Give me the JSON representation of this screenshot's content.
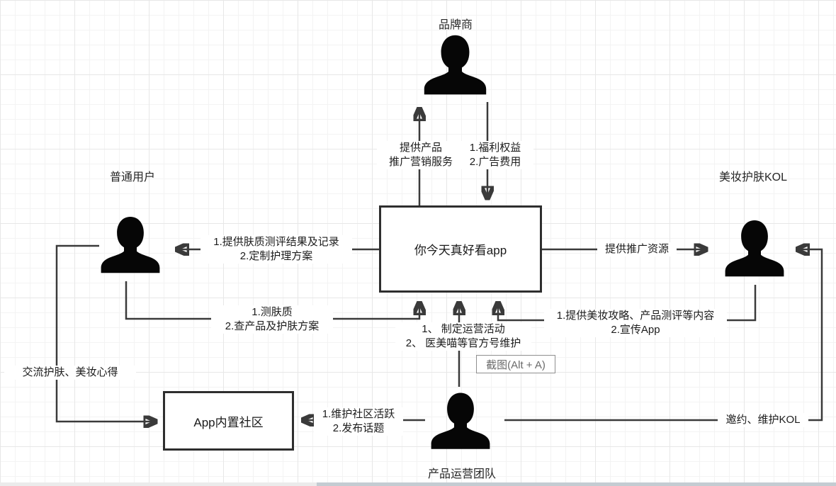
{
  "canvas": {
    "background": "#ffffff",
    "grid_minor_color": "#f3f3f3",
    "grid_major_color": "#e7e7e7",
    "line_color": "#3a3a3a"
  },
  "entities": {
    "brand": {
      "label": "品牌商"
    },
    "user": {
      "label": "普通用户"
    },
    "kol": {
      "label": "美妆护肤KOL"
    },
    "ops": {
      "label": "产品运营团队"
    }
  },
  "nodes": {
    "app": {
      "label": "你今天真好看app"
    },
    "community": {
      "label": "App内置社区"
    }
  },
  "edges": {
    "app_to_brand": {
      "label": "提供产品\n推广营销服务"
    },
    "brand_to_app": {
      "label": "1.福利权益\n2.广告费用"
    },
    "app_to_user": {
      "label": "1.提供肤质测评结果及记录\n2.定制护理方案"
    },
    "user_to_app": {
      "label": "1.测肤质\n2.查产品及护肤方案"
    },
    "app_to_kol": {
      "label": "提供推广资源"
    },
    "kol_to_app": {
      "label": "1.提供美妆攻略、产品测评等内容\n2.宣传App"
    },
    "ops_to_app": {
      "label": "1、 制定运营活动\n2、 医美喵等官方号维护"
    },
    "ops_to_community": {
      "label": "1.维护社区活跃\n2.发布话题"
    },
    "user_to_community": {
      "label": "交流护肤、美妆心得"
    },
    "ops_to_kol": {
      "label": "邀约、维护KOL"
    }
  },
  "overlay": {
    "screenshot_tooltip": "截图(Alt + A)"
  }
}
